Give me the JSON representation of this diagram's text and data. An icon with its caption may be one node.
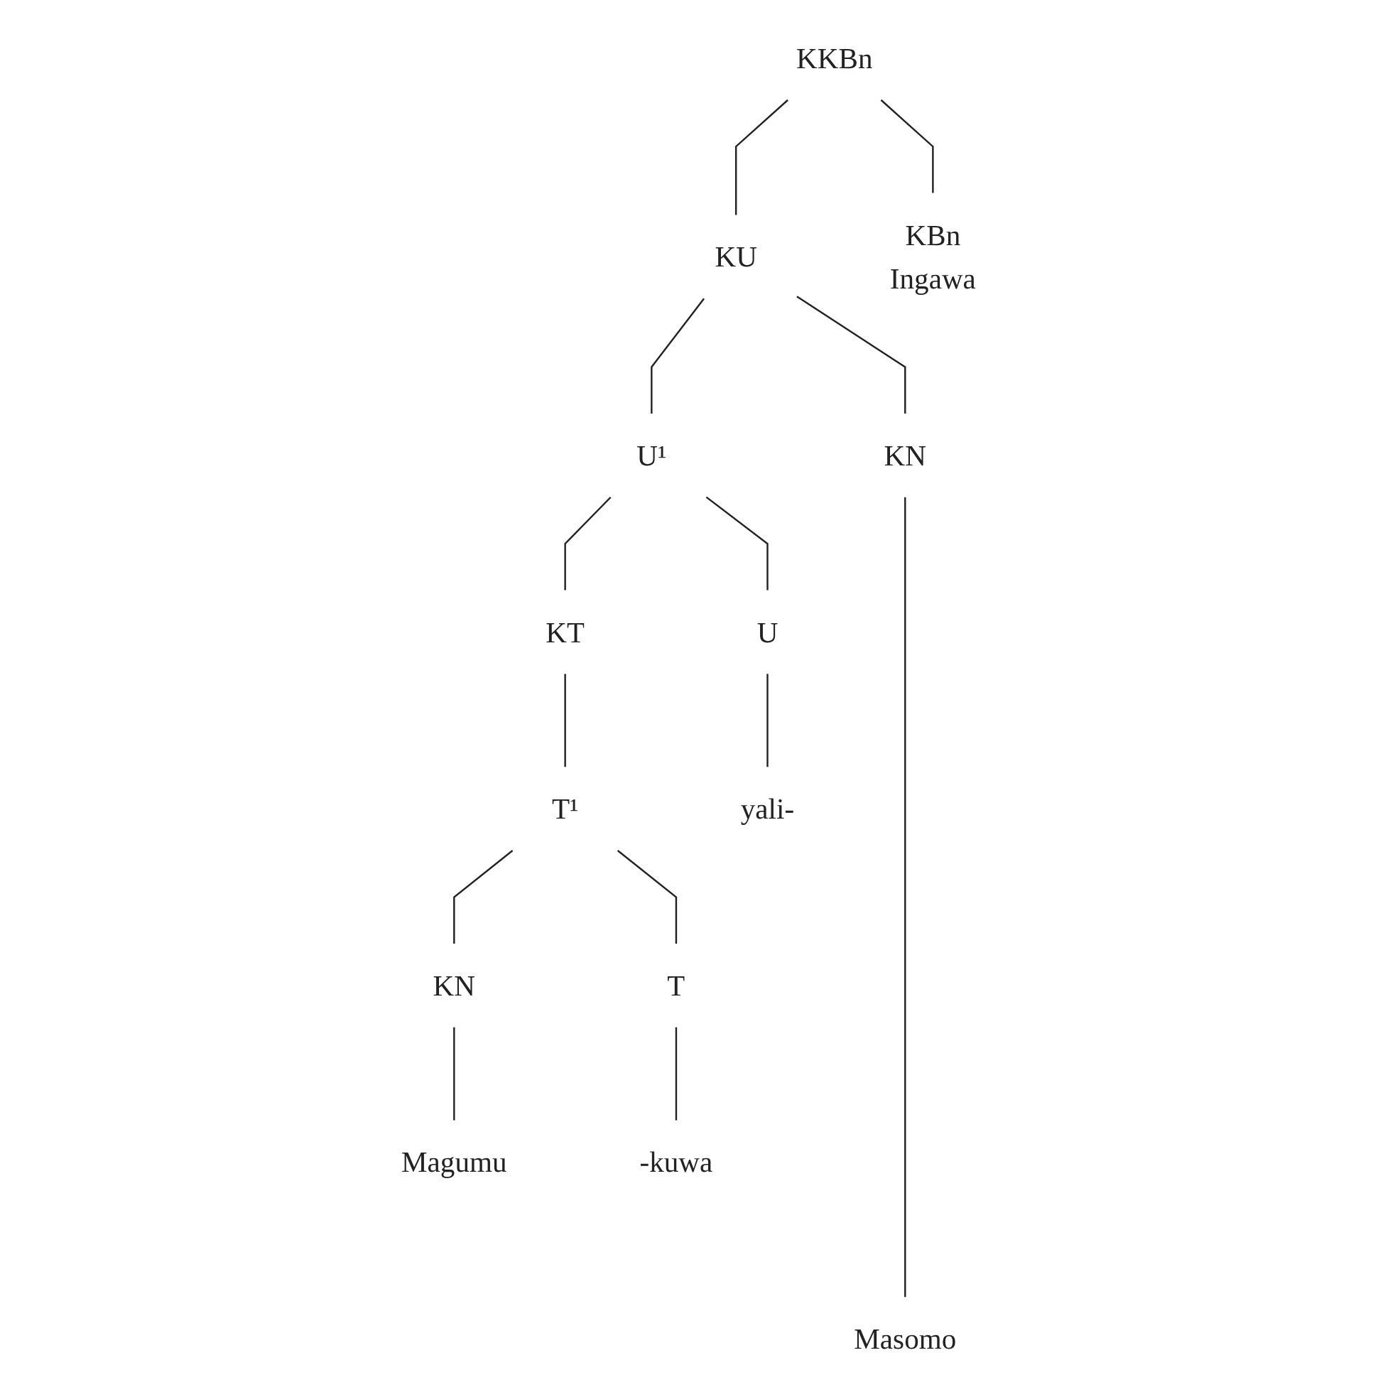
{
  "diagram": {
    "nodes": [
      {
        "text": [
          "KKBn"
        ]
      },
      {
        "text": [
          "KBn",
          "Ingawa"
        ]
      },
      {
        "text": [
          "KU"
        ]
      },
      {
        "text": [
          "KN"
        ]
      },
      {
        "text": [
          "U¹"
        ]
      },
      {
        "text": [
          "U"
        ]
      },
      {
        "text": [
          "KT"
        ]
      },
      {
        "text": [
          "yali-"
        ]
      },
      {
        "text": [
          "T¹"
        ]
      },
      {
        "text": [
          "T"
        ]
      },
      {
        "text": [
          "KN"
        ]
      },
      {
        "text": [
          "Masomo"
        ]
      },
      {
        "text": [
          "-kuwa"
        ]
      },
      {
        "text": [
          "Magumu"
        ]
      }
    ],
    "edges": [
      {
        "from": 0,
        "to": 1,
        "arrow": "none"
      },
      {
        "from": 0,
        "to": 2,
        "arrow": "none"
      },
      {
        "from": 2,
        "to": 3,
        "arrow": "none"
      },
      {
        "from": 2,
        "to": 4,
        "arrow": "none"
      },
      {
        "from": 3,
        "to": 11,
        "arrow": "none"
      },
      {
        "from": 4,
        "to": 5,
        "arrow": "none"
      },
      {
        "from": 4,
        "to": 6,
        "arrow": "none"
      },
      {
        "from": 5,
        "to": 7,
        "arrow": "none"
      },
      {
        "from": 6,
        "to": 8,
        "arrow": "none"
      },
      {
        "from": 8,
        "to": 9,
        "arrow": "none"
      },
      {
        "from": 8,
        "to": 10,
        "arrow": "none"
      },
      {
        "from": 9,
        "to": 12,
        "arrow": "none"
      },
      {
        "from": 10,
        "to": 13,
        "arrow": "none"
      }
    ]
  }
}
